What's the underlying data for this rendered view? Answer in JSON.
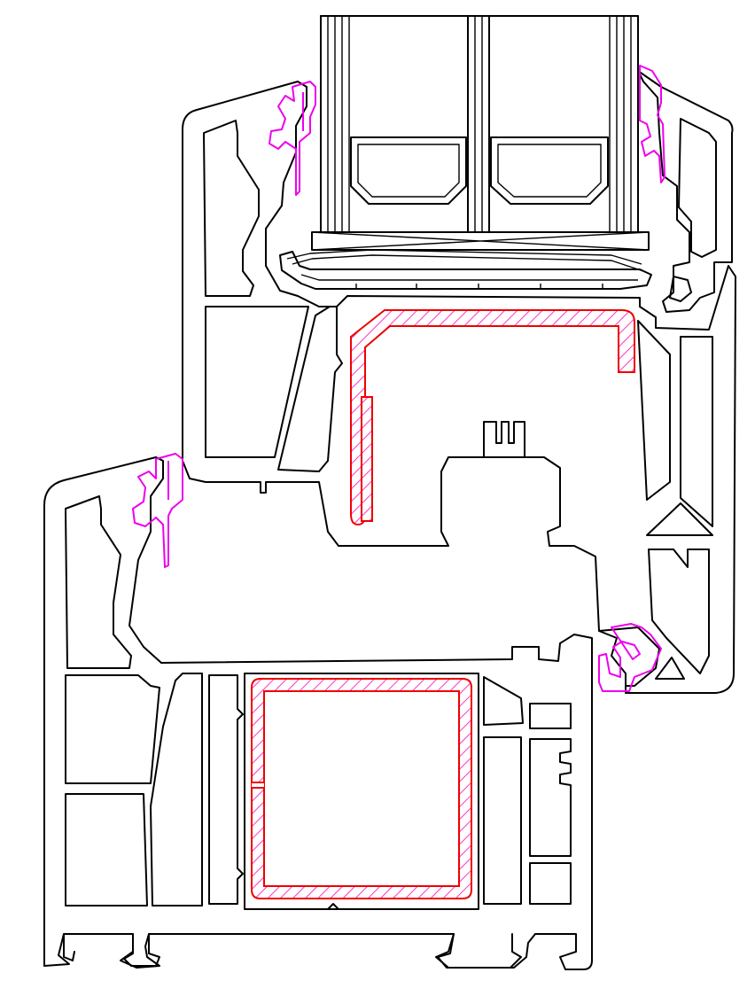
{
  "drawing": {
    "kind": "pvc-window-profile-section",
    "colors": {
      "outline": "#000000",
      "gasket": "#ee00ee",
      "reinforcement_stroke": "#ee0000",
      "reinforcement_hatch": "#ff33cc",
      "background": "#ffffff"
    },
    "parts": [
      "glazing-unit",
      "glazing-bead",
      "sash-profile",
      "frame-profile",
      "sash-steel-reinforcement",
      "frame-steel-reinforcement",
      "seals"
    ]
  }
}
